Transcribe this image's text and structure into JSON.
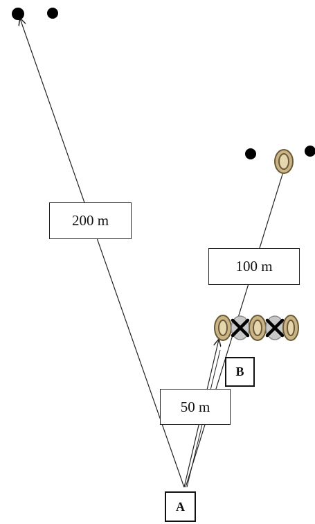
{
  "diagram": {
    "distances": {
      "far": "200 m",
      "mid": "100 m",
      "near": "50 m"
    },
    "points": {
      "origin": "A",
      "second": "B"
    },
    "colors": {
      "line": "#222222",
      "dot": "#000000",
      "target_fill": "#c9b48a",
      "target_stroke": "#6b5a33",
      "mark_fill": "#c8c8c8",
      "cross": "#000000"
    },
    "icons": [
      "dot-icon",
      "target-icon",
      "cross-mark-icon"
    ]
  }
}
